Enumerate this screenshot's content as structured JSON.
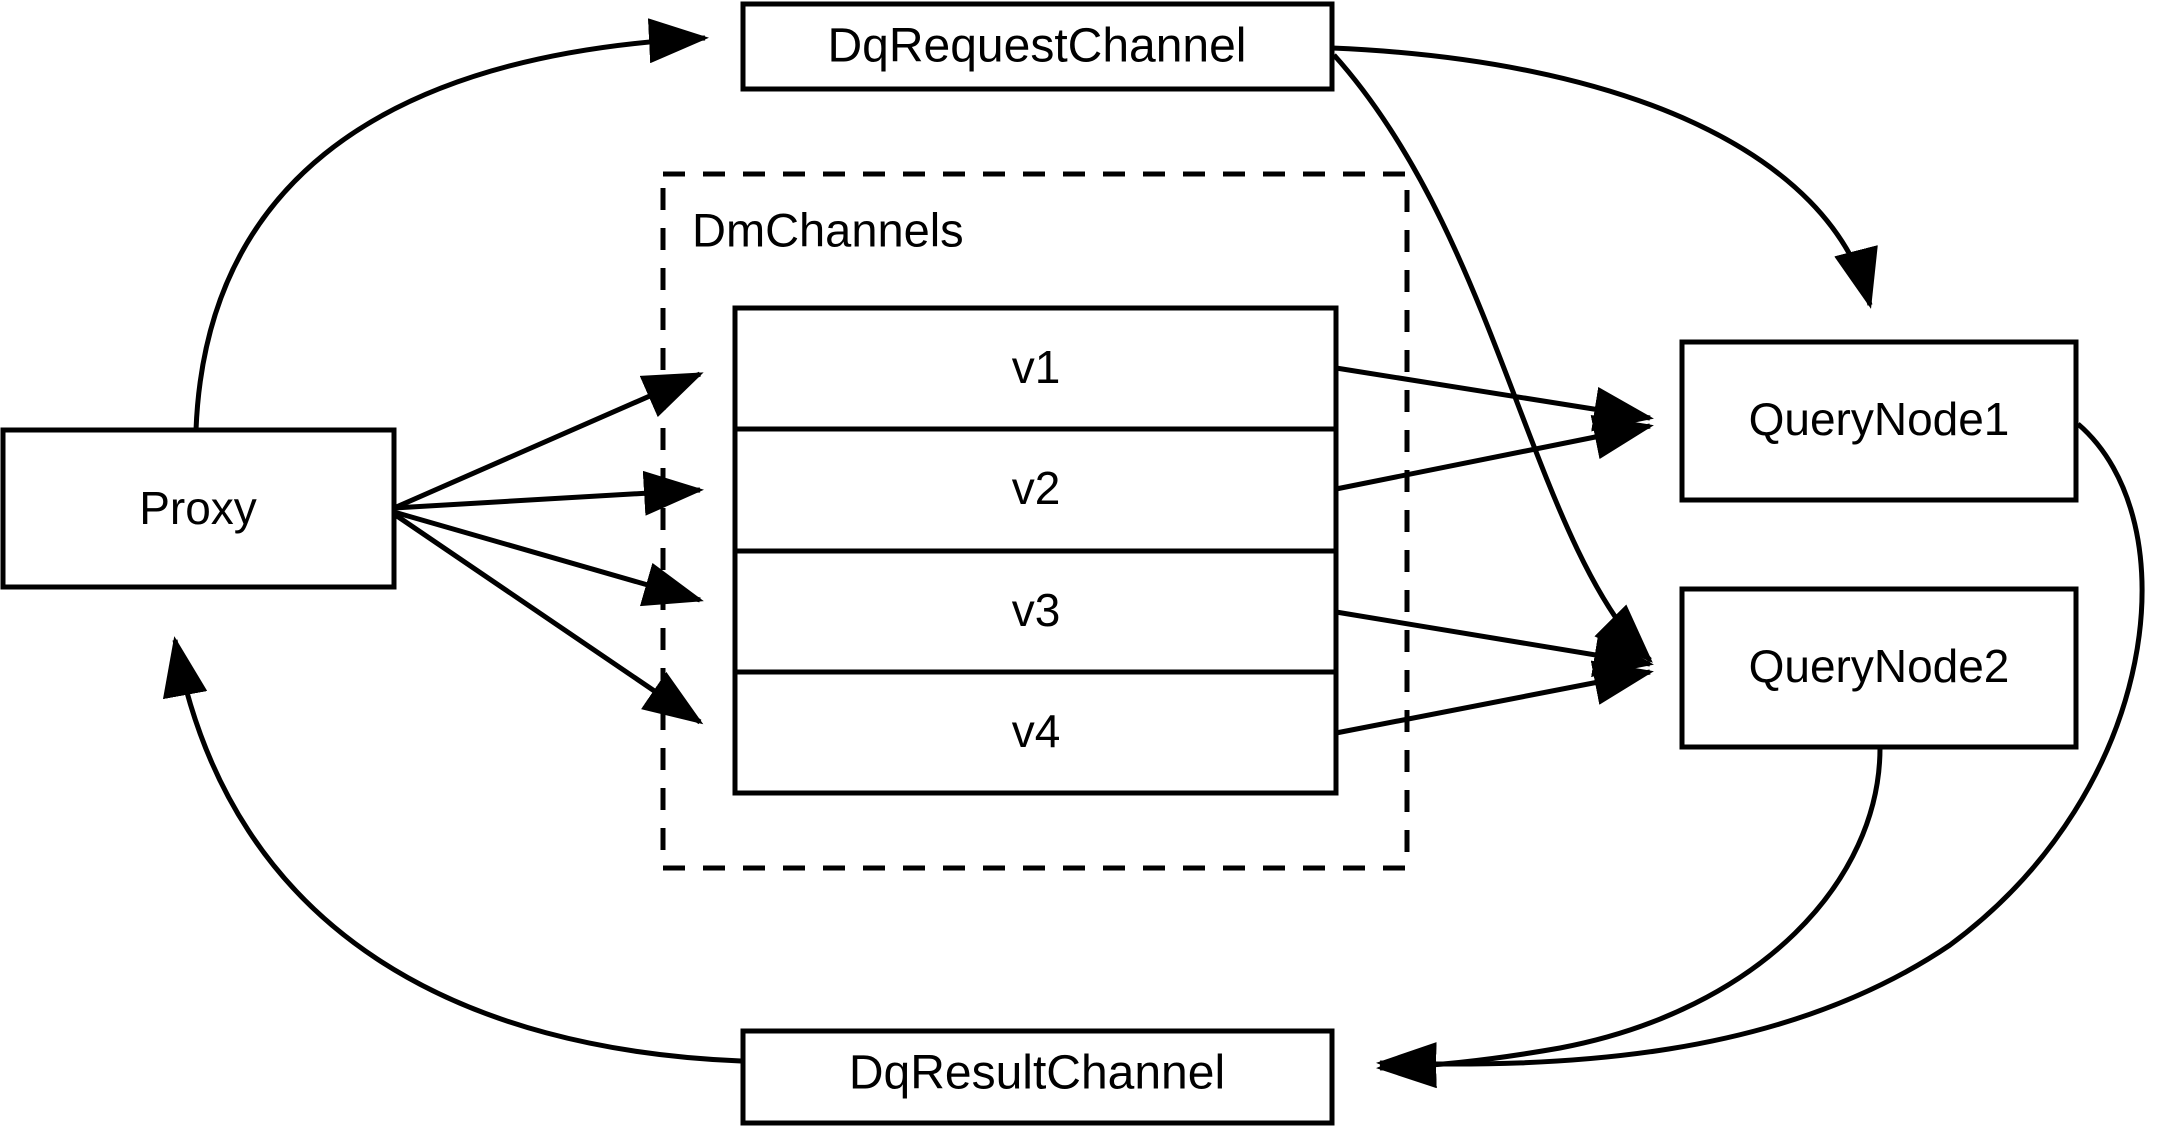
{
  "diagram": {
    "title": "Milvus distributed query data flow",
    "background_color": "#ffffff",
    "stroke_color": "#000000",
    "nodes": {
      "proxy": {
        "label": "Proxy"
      },
      "dq_request_channel": {
        "label": "DqRequestChannel"
      },
      "dq_result_channel": {
        "label": "DqResultChannel"
      },
      "query_node_1": {
        "label": "QueryNode1"
      },
      "query_node_2": {
        "label": "QueryNode2"
      }
    },
    "group": {
      "label": "DmChannels",
      "style": "dashed"
    },
    "vchannels": [
      {
        "label": "v1"
      },
      {
        "label": "v2"
      },
      {
        "label": "v3"
      },
      {
        "label": "v4"
      }
    ],
    "edges": [
      {
        "from": "Proxy",
        "to": "DqRequestChannel",
        "style": "curved",
        "arrow": "to"
      },
      {
        "from": "Proxy",
        "to": "v1",
        "style": "straight",
        "arrow": "to"
      },
      {
        "from": "Proxy",
        "to": "v2",
        "style": "straight",
        "arrow": "to"
      },
      {
        "from": "Proxy",
        "to": "v3",
        "style": "straight",
        "arrow": "to"
      },
      {
        "from": "Proxy",
        "to": "v4",
        "style": "straight",
        "arrow": "to"
      },
      {
        "from": "DqRequestChannel",
        "to": "QueryNode1",
        "style": "curved",
        "arrow": "to"
      },
      {
        "from": "DqRequestChannel",
        "to": "QueryNode2",
        "style": "curved",
        "arrow": "to"
      },
      {
        "from": "v1",
        "to": "QueryNode1",
        "style": "straight",
        "arrow": "to"
      },
      {
        "from": "v2",
        "to": "QueryNode1",
        "style": "straight",
        "arrow": "to"
      },
      {
        "from": "v3",
        "to": "QueryNode2",
        "style": "straight",
        "arrow": "to"
      },
      {
        "from": "v4",
        "to": "QueryNode2",
        "style": "straight",
        "arrow": "to"
      },
      {
        "from": "QueryNode1",
        "to": "DqResultChannel",
        "style": "curved",
        "arrow": "to"
      },
      {
        "from": "QueryNode2",
        "to": "DqResultChannel",
        "style": "curved",
        "arrow": "to"
      },
      {
        "from": "DqResultChannel",
        "to": "Proxy",
        "style": "curved",
        "arrow": "to"
      }
    ]
  }
}
